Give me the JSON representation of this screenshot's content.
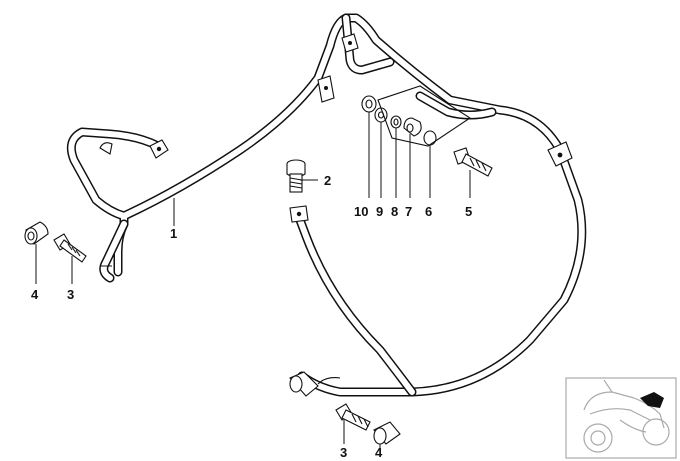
{
  "labels": [
    {
      "id": "1",
      "text": "1"
    },
    {
      "id": "2",
      "text": "2"
    },
    {
      "id": "3a",
      "text": "3"
    },
    {
      "id": "3b",
      "text": "3"
    },
    {
      "id": "4a",
      "text": "4"
    },
    {
      "id": "4b",
      "text": "4"
    },
    {
      "id": "5",
      "text": "5"
    },
    {
      "id": "6",
      "text": "6"
    },
    {
      "id": "7",
      "text": "7"
    },
    {
      "id": "8",
      "text": "8"
    },
    {
      "id": "9",
      "text": "9"
    },
    {
      "id": "10",
      "text": "10"
    }
  ]
}
